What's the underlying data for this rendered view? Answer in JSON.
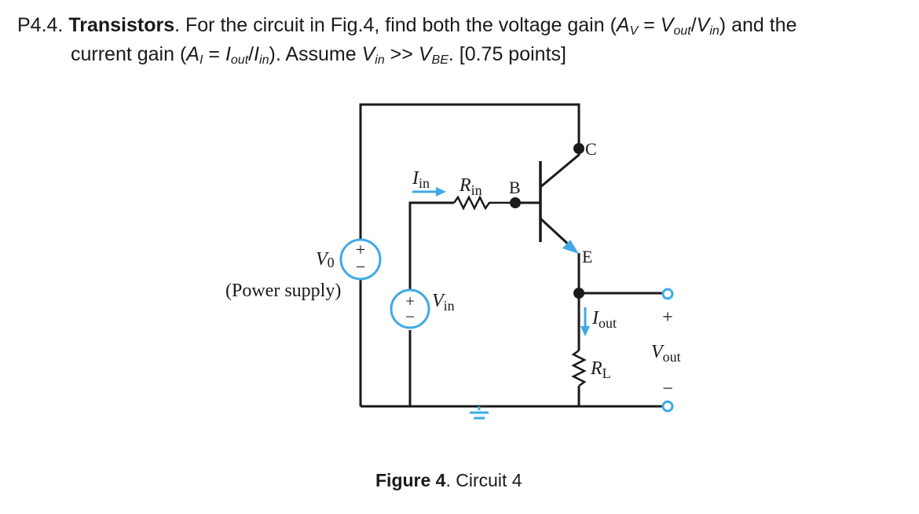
{
  "problem": {
    "number": "P4.4.",
    "topic": "Transistors",
    "t1": ". For the circuit in Fig.4, find both the voltage gain (",
    "av": "A",
    "av_sub": "V",
    "eq1": " = ",
    "vout": "V",
    "vout_sub": "out",
    "slash1": "/",
    "vin": "V",
    "vin_sub": "in",
    "t2": ") and the",
    "t3": "current gain (",
    "ai": "A",
    "ai_sub": "I",
    "eq2": " = ",
    "iout": "I",
    "iout_sub": "out",
    "slash2": "/",
    "iin": "I",
    "iin_sub": "in",
    "t4": "). Assume ",
    "vin2": "V",
    "vin2_sub": "in",
    "gg": " >> ",
    "vbe": "V",
    "vbe_sub": "BE",
    "t5": ". [0.75 points]"
  },
  "circuit": {
    "colors": {
      "wire": "#1a1a1a",
      "accent": "#3fa9e6"
    },
    "labels": {
      "collector": "C",
      "base": "B",
      "emitter": "E",
      "iin_main": "I",
      "iin_sub": "in",
      "rin_main": "R",
      "rin_sub": "in",
      "v0_main": "V",
      "v0_sub": "0",
      "power_supply": "(Power supply)",
      "vin_main": "V",
      "vin_sub": "in",
      "iout_main": "I",
      "iout_sub": "out",
      "rl_main": "R",
      "rl_sub": "L",
      "vout_main": "V",
      "vout_sub": "out",
      "plus": "+",
      "minus": "−"
    }
  },
  "caption": {
    "label": "Figure 4",
    "text": ". Circuit 4"
  }
}
